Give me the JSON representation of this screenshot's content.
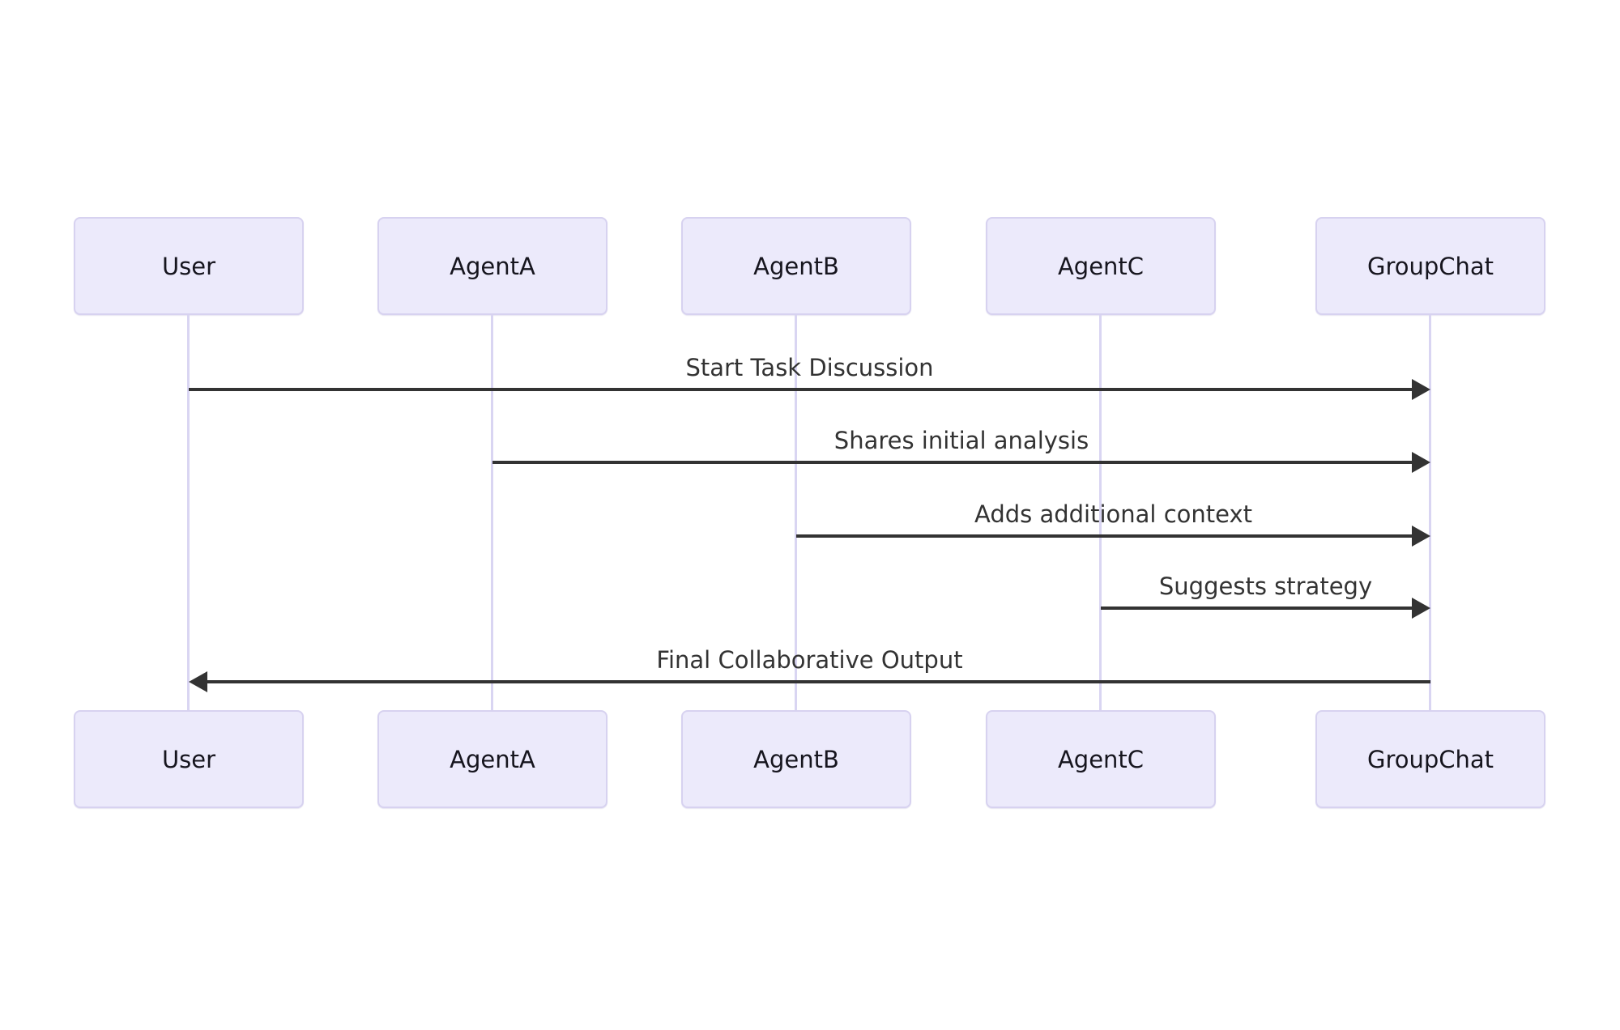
{
  "diagram": {
    "type": "sequence-diagram",
    "actors": [
      {
        "name": "User"
      },
      {
        "name": "AgentA"
      },
      {
        "name": "AgentB"
      },
      {
        "name": "AgentC"
      },
      {
        "name": "GroupChat"
      }
    ],
    "messages": [
      {
        "from": "User",
        "to": "GroupChat",
        "label": "Start Task Discussion",
        "line": "solid",
        "direction": "right"
      },
      {
        "from": "AgentA",
        "to": "GroupChat",
        "label": "Shares initial analysis",
        "line": "solid",
        "direction": "right"
      },
      {
        "from": "AgentB",
        "to": "GroupChat",
        "label": "Adds additional context",
        "line": "solid",
        "direction": "right"
      },
      {
        "from": "AgentC",
        "to": "GroupChat",
        "label": "Suggests strategy",
        "line": "solid",
        "direction": "right"
      },
      {
        "from": "GroupChat",
        "to": "User",
        "label": "Final Collaborative Output",
        "line": "solid",
        "direction": "left"
      }
    ],
    "colors": {
      "actor_fill": "#ECEAFB",
      "actor_border": "#D7D2F0",
      "lifeline": "#D9D5F2",
      "arrow": "#333333",
      "message_text": "#333333",
      "actor_text": "#16151E",
      "background": "#FFFFFF"
    }
  }
}
